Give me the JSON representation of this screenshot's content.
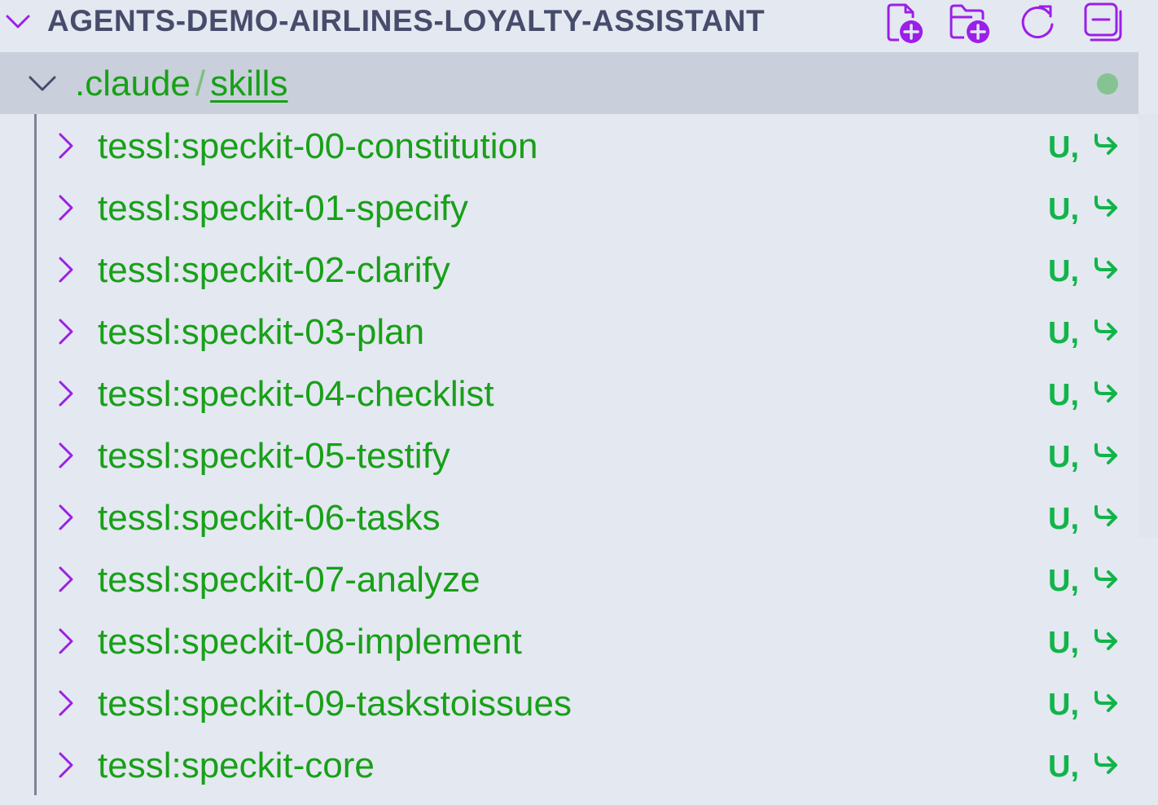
{
  "header": {
    "title": "AGENTS-DEMO-AIRLINES-LOYALTY-ASSISTANT",
    "expanded": true,
    "toolbar": [
      {
        "name": "new-file",
        "icon": "file-plus-icon",
        "tooltip": "New File"
      },
      {
        "name": "new-folder",
        "icon": "folder-plus-icon",
        "tooltip": "New Folder"
      },
      {
        "name": "refresh",
        "icon": "refresh-icon",
        "tooltip": "Refresh Explorer"
      },
      {
        "name": "collapse-all",
        "icon": "collapse-all-icon",
        "tooltip": "Collapse Folders in Explorer"
      }
    ]
  },
  "folder": {
    "parent": ".claude",
    "separator": "/",
    "name": "skills",
    "expanded": true,
    "modified_indicator": "dot"
  },
  "items": [
    {
      "label": "tessl:speckit-00-constitution",
      "status": "U,",
      "status_icon": "symlink-arrow-icon"
    },
    {
      "label": "tessl:speckit-01-specify",
      "status": "U,",
      "status_icon": "symlink-arrow-icon"
    },
    {
      "label": "tessl:speckit-02-clarify",
      "status": "U,",
      "status_icon": "symlink-arrow-icon"
    },
    {
      "label": "tessl:speckit-03-plan",
      "status": "U,",
      "status_icon": "symlink-arrow-icon"
    },
    {
      "label": "tessl:speckit-04-checklist",
      "status": "U,",
      "status_icon": "symlink-arrow-icon"
    },
    {
      "label": "tessl:speckit-05-testify",
      "status": "U,",
      "status_icon": "symlink-arrow-icon"
    },
    {
      "label": "tessl:speckit-06-tasks",
      "status": "U,",
      "status_icon": "symlink-arrow-icon"
    },
    {
      "label": "tessl:speckit-07-analyze",
      "status": "U,",
      "status_icon": "symlink-arrow-icon"
    },
    {
      "label": "tessl:speckit-08-implement",
      "status": "U,",
      "status_icon": "symlink-arrow-icon"
    },
    {
      "label": "tessl:speckit-09-taskstoissues",
      "status": "U,",
      "status_icon": "symlink-arrow-icon"
    },
    {
      "label": "tessl:speckit-core",
      "status": "U,",
      "status_icon": "symlink-arrow-icon"
    }
  ],
  "colors": {
    "background": "#e4e8f1",
    "selected_row": "#c9cfdb",
    "header_text": "#474c6b",
    "accent_purple": "#9b1fe8",
    "untracked_green": "#18a018",
    "status_green": "#12b44a",
    "modified_dot": "#86c393",
    "indent_guide": "#7d8296"
  }
}
